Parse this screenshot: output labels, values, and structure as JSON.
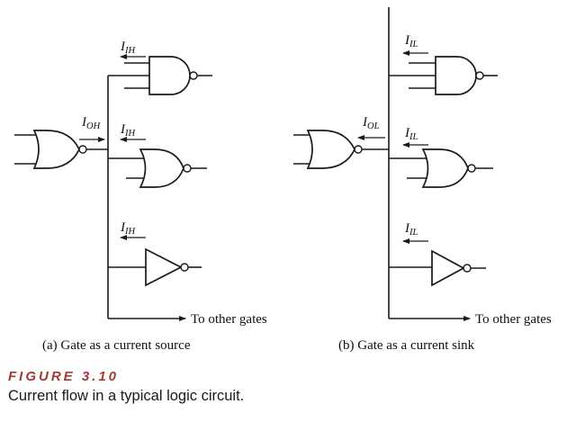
{
  "panel_a": {
    "caption": "(a) Gate as a current source",
    "output_current": {
      "main": "I",
      "sub": "OH"
    },
    "input_current": {
      "main": "I",
      "sub": "IH"
    },
    "to_label": "To other gates"
  },
  "panel_b": {
    "caption": "(b) Gate as a current sink",
    "output_current": {
      "main": "I",
      "sub": "OL"
    },
    "input_current": {
      "main": "I",
      "sub": "IL"
    },
    "to_label": "To other gates"
  },
  "figure": {
    "number": "FIGURE 3.10",
    "caption": "Current flow in a typical logic circuit."
  }
}
